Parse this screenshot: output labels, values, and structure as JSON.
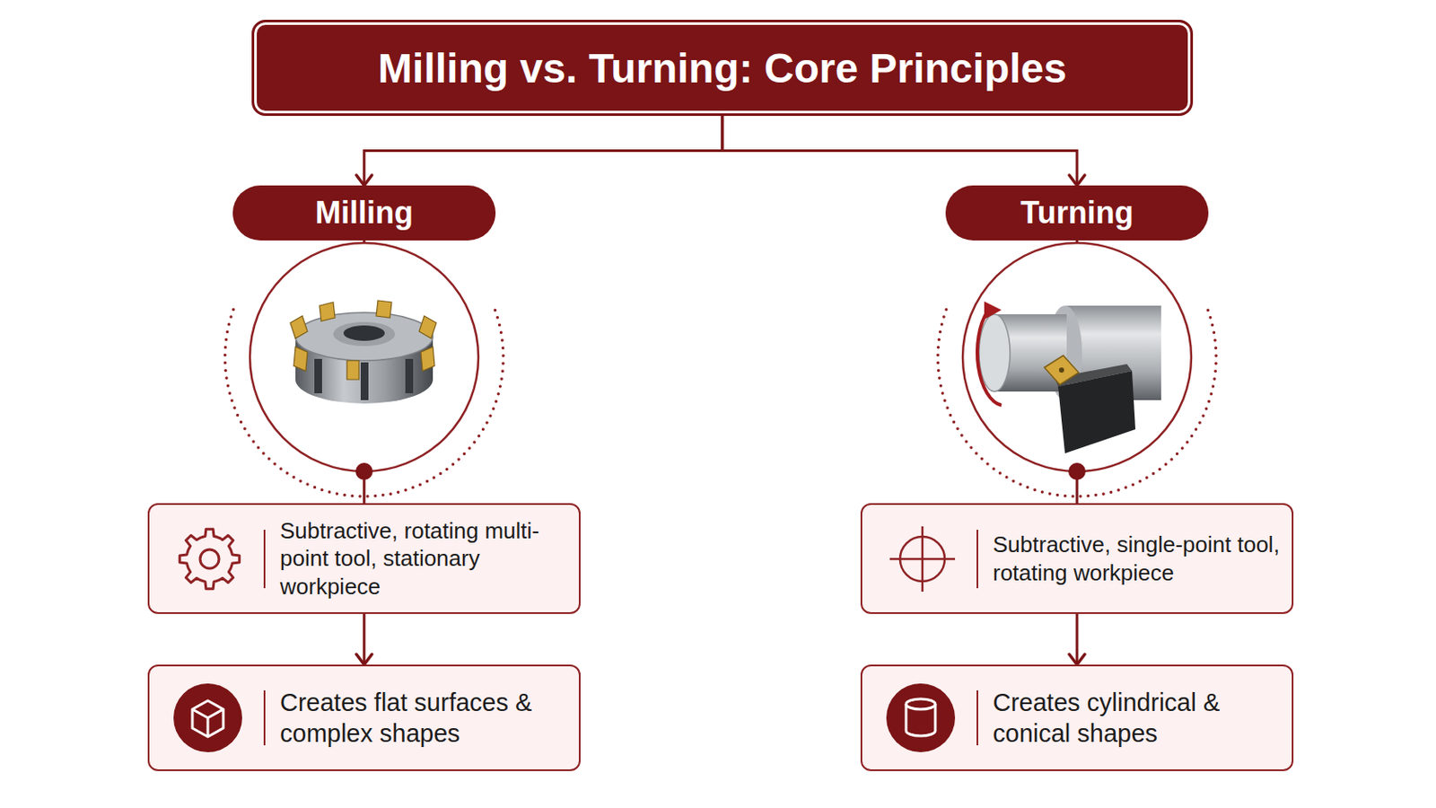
{
  "diagram": {
    "nodes": [
      {
        "text": [
          "Milling vs. Turning: Core Principles"
        ]
      },
      {
        "text": [
          "Milling"
        ]
      },
      {
        "text": [
          "Turning"
        ]
      },
      {
        "text": [
          "Subtractive, rotating multi-point tool, stationary workpiece"
        ]
      },
      {
        "text": [
          "Subtractive, single-point tool, rotating workpiece"
        ]
      },
      {
        "text": [
          "Creates flat surfaces & complex shapes"
        ]
      },
      {
        "text": [
          "Creates cylindrical & conical shapes"
        ]
      }
    ],
    "edges": [
      {
        "from": 0,
        "to": 1,
        "arrow": "to"
      },
      {
        "from": 0,
        "to": 2,
        "arrow": "to"
      },
      {
        "from": 1,
        "to": 3,
        "arrow": "none"
      },
      {
        "from": 2,
        "to": 4,
        "arrow": "none"
      },
      {
        "from": 3,
        "to": 5,
        "arrow": "to"
      },
      {
        "from": 4,
        "to": 6,
        "arrow": "to"
      }
    ]
  }
}
